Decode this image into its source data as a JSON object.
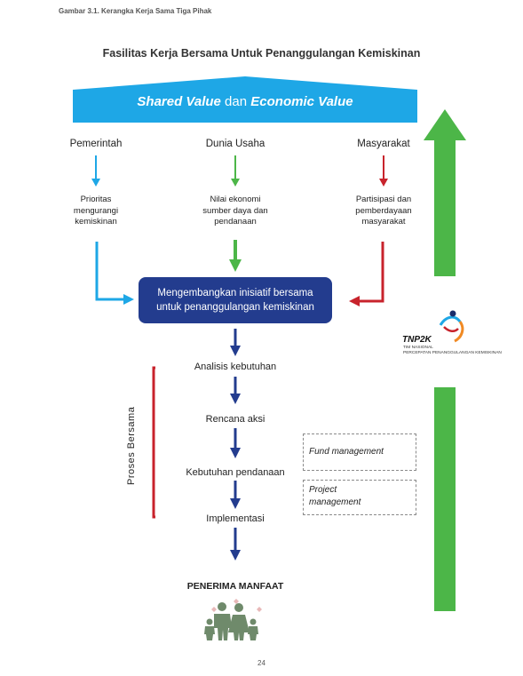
{
  "caption": "Gambar 3.1. Kerangka Kerja Sama Tiga Pihak",
  "title": "Fasilitas Kerja Bersama Untuk Penanggulangan Kemiskinan",
  "banner": {
    "part1": "Shared Value",
    "connector": " dan ",
    "part2": "Economic Value",
    "color": "#1ea7e6"
  },
  "stakeholders": [
    {
      "name": "Pemerintah",
      "desc": [
        "Prioritas",
        "mengurangi",
        "kemiskinan"
      ],
      "color": "#1ea7e6"
    },
    {
      "name": "Dunia Usaha",
      "desc": [
        "Nilai ekonomi",
        "sumber daya dan",
        "pendanaan"
      ],
      "color": "#4caf3f"
    },
    {
      "name": "Masyarakat",
      "desc": [
        "Partisipasi dan",
        "pemberdayaan",
        "masyarakat"
      ],
      "color": "#c8232c"
    }
  ],
  "center": [
    "Mengembangkan inisiatif bersama",
    "untuk penanggulangan kemiskinan"
  ],
  "steps": [
    "Analisis kebutuhan",
    "Rencana aksi",
    "Kebutuhan pendanaan",
    "Implementasi"
  ],
  "process_label": "Proses  Bersama",
  "management": {
    "fund": "Fund management",
    "project": [
      "Project",
      "management"
    ]
  },
  "beneficiary": "PENERIMA MANFAAT",
  "logo": {
    "name": "TNP2K",
    "sub": [
      "TIM NASIONAL",
      "PERCEPATAN PENANGGULANGAN KEMISKINAN"
    ]
  },
  "page_number": "24",
  "colors": {
    "navy": "#233c8e",
    "green_arrow": "#4cb648",
    "red": "#c8232c",
    "family": "#6f8a6b",
    "heart": "#e8b8b8"
  }
}
